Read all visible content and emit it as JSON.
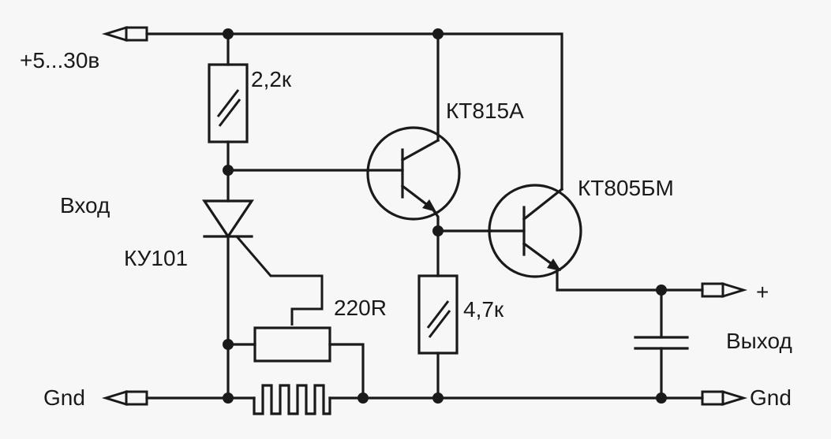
{
  "labels": {
    "supply": "+5...30в",
    "r1": "2,2к",
    "q1": "КТ815А",
    "q2": "КТ805БМ",
    "input": "Вход",
    "scr": "КУ101",
    "pot": "220R",
    "r2": "4,7к",
    "out_plus": "+",
    "output": "Выход",
    "gnd_left": "Gnd",
    "gnd_right": "Gnd"
  },
  "colors": {
    "ink": "#1a1a1a",
    "background": "#f7f7f7"
  }
}
